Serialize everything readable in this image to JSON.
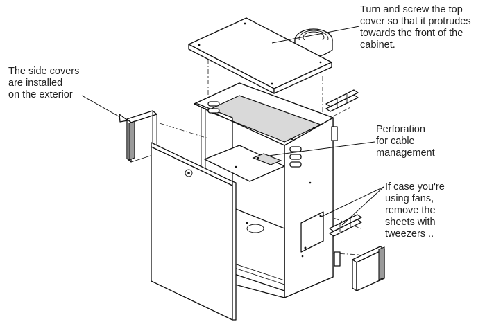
{
  "callouts": {
    "top_cover": "Turn and screw the top\ncover so that it protrudes\ntowards the front of the\ncabinet.",
    "side_covers": "The side covers\nare installed\non the exterior",
    "perforation": "Perforation\nfor cable\nmanagement",
    "fans": "If case you're\nusing fans,\nremove the\nsheets with\ntweezers .."
  }
}
